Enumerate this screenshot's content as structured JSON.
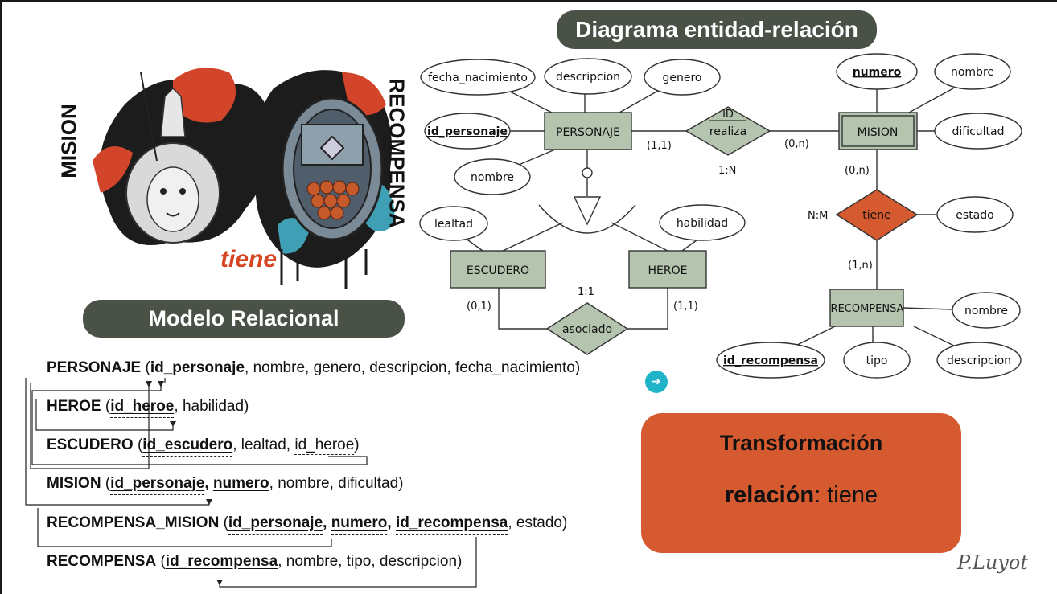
{
  "titles": {
    "er_title": "Diagrama entidad-relación",
    "relational_title": "Modelo Relacional"
  },
  "artwork": {
    "mision": "MISION",
    "recompensa": "RECOMPENSA",
    "tiene": "tiene"
  },
  "er": {
    "entities": {
      "personaje": "PERSONAJE",
      "mision": "MISION",
      "escudero": "ESCUDERO",
      "heroe": "HEROE",
      "recompensa": "RECOMPENSA"
    },
    "relationships": {
      "realiza": "realiza",
      "realiza_id": "ID",
      "tiene": "tiene",
      "asociado": "asociado"
    },
    "attributes": {
      "fecha_nacimiento": "fecha_nacimiento",
      "descripcion_p": "descripcion",
      "genero": "genero",
      "id_personaje": "id_personaje",
      "nombre_p": "nombre",
      "numero": "numero",
      "nombre_m": "nombre",
      "dificultad": "dificultad",
      "estado": "estado",
      "lealtad": "lealtad",
      "habilidad": "habilidad",
      "nombre_r": "nombre",
      "id_recompensa": "id_recompensa",
      "tipo": "tipo",
      "descripcion_r": "descripcion"
    },
    "cardinalities": {
      "personaje_realiza": "(1,1)",
      "realiza_mision": "(0,n)",
      "realiza_ratio": "1:N",
      "mision_tiene": "(0,n)",
      "tiene_ratio": "N:M",
      "tiene_recompensa": "(1,n)",
      "asociado_ratio": "1:1",
      "escudero_asociado": "(0,1)",
      "heroe_asociado": "(1,1)"
    }
  },
  "relational": [
    {
      "name": "PERSONAJE",
      "open": " (",
      "fields": [
        {
          "text": "id_personaje",
          "kind": "pk"
        },
        {
          "text": ", nombre, genero, descripcion, fecha_nacimiento)",
          "kind": "plain"
        }
      ]
    },
    {
      "name": "HEROE",
      "open": " (",
      "fields": [
        {
          "text": "id_heroe",
          "kind": "pkfk"
        },
        {
          "text": ", habilidad)",
          "kind": "plain"
        }
      ]
    },
    {
      "name": "ESCUDERO",
      "open": " (",
      "fields": [
        {
          "text": "id_escudero",
          "kind": "pkfk"
        },
        {
          "text": ", lealtad, ",
          "kind": "plain"
        },
        {
          "text": "id_heroe",
          "kind": "fk"
        },
        {
          "text": ")",
          "kind": "plain"
        }
      ]
    },
    {
      "name": "MISION",
      "open": " (",
      "fields": [
        {
          "text": "id_personaje",
          "kind": "pkfk"
        },
        {
          "text": ", ",
          "kind": "plainb"
        },
        {
          "text": "numero",
          "kind": "pk"
        },
        {
          "text": ", nombre, dificultad)",
          "kind": "plain"
        }
      ]
    },
    {
      "name": "RECOMPENSA_MISION",
      "open": " (",
      "fields": [
        {
          "text": "id_personaje",
          "kind": "pkfk"
        },
        {
          "text": ", ",
          "kind": "plainb"
        },
        {
          "text": "numero",
          "kind": "pkfk"
        },
        {
          "text": ", ",
          "kind": "plainb"
        },
        {
          "text": "id_recompensa",
          "kind": "pkfk"
        },
        {
          "text": ", estado)",
          "kind": "plain"
        }
      ]
    },
    {
      "name": "RECOMPENSA",
      "open": " (",
      "fields": [
        {
          "text": "id_recompensa",
          "kind": "pk"
        },
        {
          "text": ", nombre, tipo, descripcion)",
          "kind": "plain"
        }
      ]
    }
  ],
  "transform": {
    "title": "Transformación",
    "label": "relación",
    "value": ": tiene"
  },
  "signature": "P.Luyot",
  "nav_icon": "arrow-right-icon",
  "colors": {
    "entity_fill": "#b5c4af",
    "relationship_fill": "#b5c4af",
    "highlight_relationship": "#d55a2f",
    "title_pill": "#4a5248",
    "transform_box": "#d55a2f"
  }
}
